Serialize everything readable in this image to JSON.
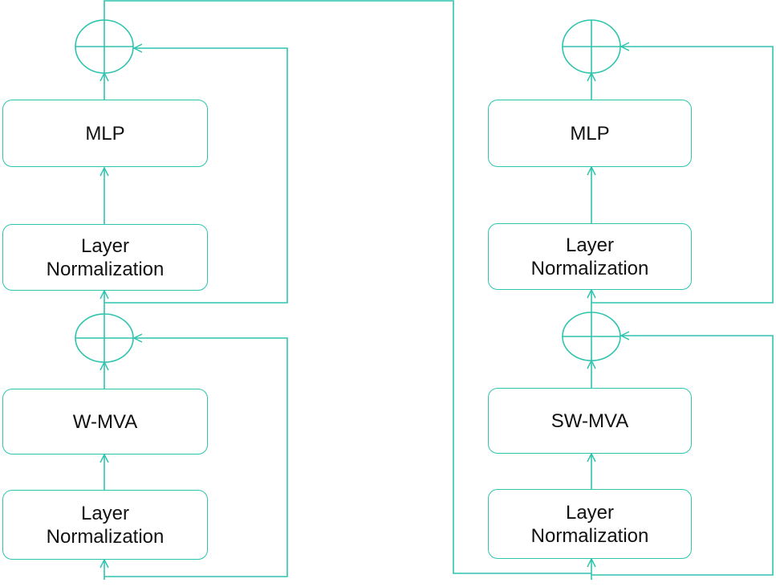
{
  "left_block": {
    "mlp": "MLP",
    "ln_top_line1": "Layer",
    "ln_top_line2": "Normalization",
    "attn": "W-MVA",
    "ln_bottom_line1": "Layer",
    "ln_bottom_line2": "Normalization"
  },
  "right_block": {
    "mlp": "MLP",
    "ln_top_line1": "Layer",
    "ln_top_line2": "Normalization",
    "attn": "SW-MVA",
    "ln_bottom_line1": "Layer",
    "ln_bottom_line2": "Normalization"
  },
  "colors": {
    "stroke": "#2ec4ad",
    "text": "#111111",
    "background": "#ffffff"
  }
}
